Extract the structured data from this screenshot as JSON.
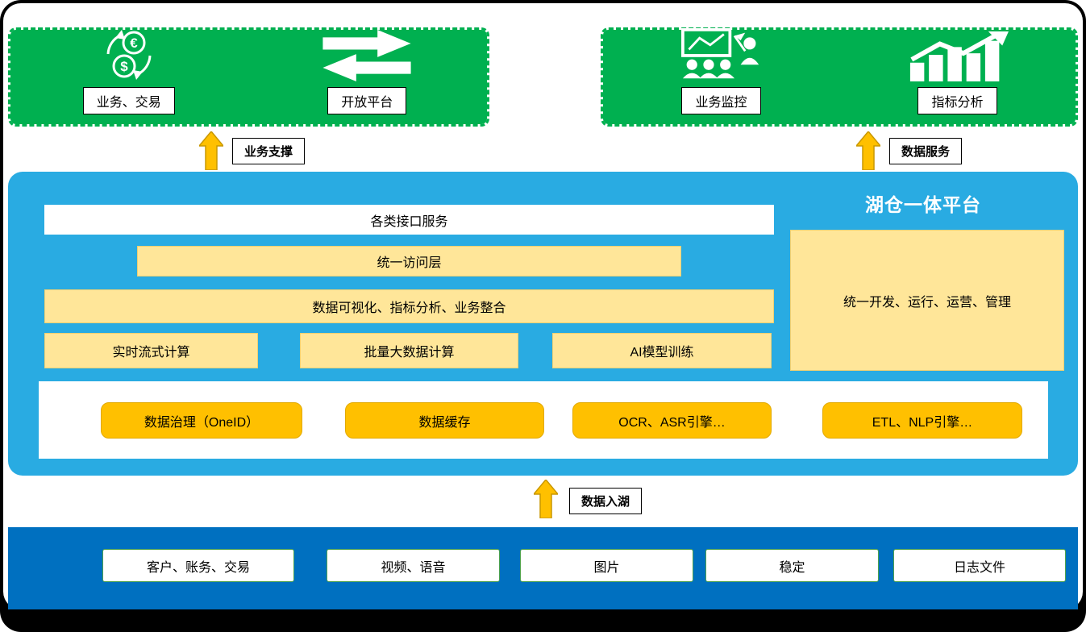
{
  "top_left_group": {
    "items": [
      {
        "label": "业务、交易",
        "icon": "currency-exchange-icon"
      },
      {
        "label": "开放平台",
        "icon": "transfer-arrows-icon"
      }
    ]
  },
  "top_right_group": {
    "items": [
      {
        "label": "业务监控",
        "icon": "business-monitor-icon"
      },
      {
        "label": "指标分析",
        "icon": "chart-analysis-icon"
      }
    ]
  },
  "arrows": {
    "business_support": "业务支撑",
    "data_service": "数据服务",
    "data_ingest": "数据入湖"
  },
  "platform": {
    "title": "湖仓一体平台",
    "interface_bar": "各类接口服务",
    "access_bar": "统一访问层",
    "viz_bar": "数据可视化、指标分析、业务整合",
    "compute": [
      "实时流式计算",
      "批量大数据计算",
      "AI模型训练"
    ],
    "engines": [
      "数据治理（OneID）",
      "数据缓存",
      "OCR、ASR引擎…",
      "ETL、NLP引擎…"
    ],
    "management": "统一开发、运行、运营、管理"
  },
  "sources": [
    "客户、账务、交易",
    "视频、语音",
    "图片",
    "稳定",
    "日志文件"
  ],
  "colors": {
    "green": "#00B050",
    "platform_blue": "#29ABE2",
    "dark_blue": "#0070C0",
    "light_yellow": "#FFE699",
    "gold": "#FFC000"
  }
}
